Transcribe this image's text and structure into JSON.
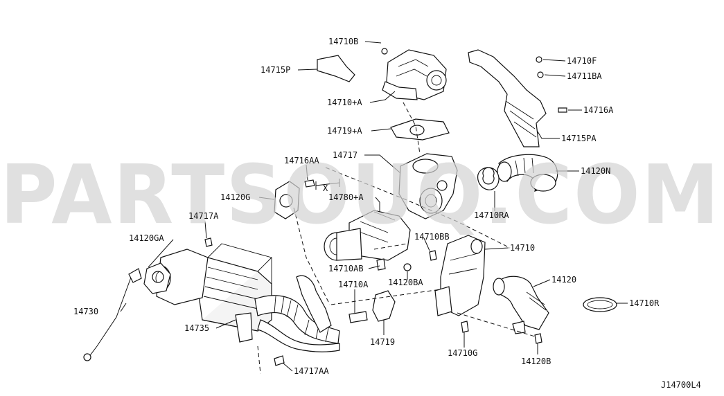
{
  "diagram": {
    "code": "J14700L4",
    "watermark": "PARTSOUQ.COM",
    "labels": {
      "p14710B": "14710B",
      "p14715P": "14715P",
      "p14710A_plus": "14710+A",
      "p14719A_plus": "14719+A",
      "p14710F": "14710F",
      "p14711BA": "14711BA",
      "p14716A": "14716A",
      "p14715PA": "14715PA",
      "p14717": "14717",
      "p14716AA": "14716AA",
      "p14120N": "14120N",
      "p14120G": "14120G",
      "p14780A": "14780+A",
      "p14710RA": "14710RA",
      "p14717A": "14717A",
      "p14120GA": "14120GA",
      "p14710BB": "14710BB",
      "p14710": "14710",
      "p14710AB": "14710AB",
      "p14120BA": "14120BA",
      "p14710A": "14710A",
      "p14120": "14120",
      "p14730": "14730",
      "p14710R": "14710R",
      "p14735": "14735",
      "p14719": "14719",
      "p14710G": "14710G",
      "p14120B": "14120B",
      "p14717AA": "14717AA",
      "dim_x": "X"
    }
  }
}
